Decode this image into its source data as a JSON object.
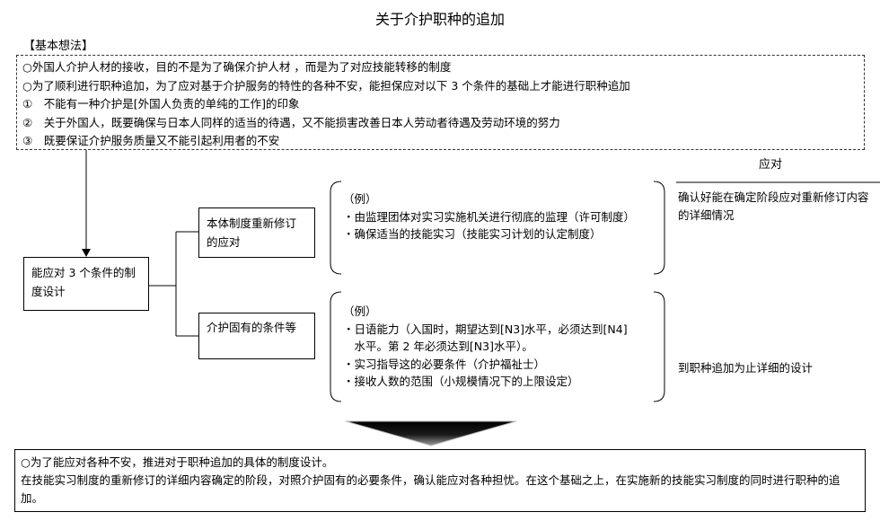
{
  "title": "关于介护职种的追加",
  "basic": {
    "header": "【基本想法】",
    "lines": [
      "○外国人介护人材的接收，目的不是为了确保介护人材 ，而是为了对应技能转移的制度",
      "○为了顺利进行职种追加，为了应对基于介护服务的特性的各种不安，能担保应对以下 3 个条件的基础上才能进行职种追加",
      "①　不能有一种介护是[外国人负责的单纯的工作]的印象",
      "②　关于外国人，既要确保与日本人同样的适当的待遇，又不能损害改善日本人劳动者待遇及劳动环境的努力",
      "③　既要保证介护服务质量又不能引起利用者的不安"
    ]
  },
  "design_box": "能应对 3 个条件的制度设计",
  "review_box": "本体制度重新修订的应对",
  "care_box": "介护固有的条件等",
  "example1": {
    "lines": [
      "（例）",
      "・由监理团体对实习实施机关进行彻底的监理（许可制度）",
      "・确保适当的技能实习（技能实习计划的认定制度）"
    ]
  },
  "example2": {
    "lines": [
      "（例）",
      "・日语能力（入国时，期望达到[N3]水平，必须达到[N4]",
      "　水平。第 2 年必须达到[N3]水平）。",
      "・实习指导这的必要条件（介护福祉士）",
      "・接收人数的范围（小规模情况下的上限设定）"
    ]
  },
  "response": {
    "header": "应对",
    "item1": "确认好能在确定阶段应对重新修订内容的详细情况",
    "item2": "到职种追加为止详细的设计"
  },
  "bottom": {
    "lines": [
      "○为了能应对各种不安，推进对于职种追加的具体的制度设计。",
      "在技能实习制度的重新修订的详细内容确定的阶段，对照介护固有的必要条件，确认能应对各种担忧。在这个基础之上，在实施新的技能实习制度的同时进行职种的追加。"
    ]
  }
}
